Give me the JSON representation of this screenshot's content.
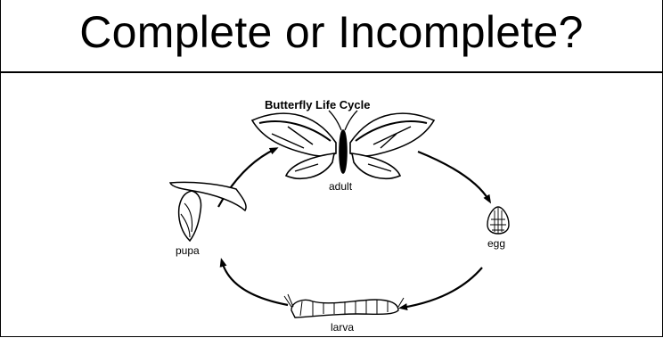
{
  "title": "Complete or Incomplete?",
  "diagram": {
    "heading": "Butterfly Life Cycle",
    "stages": {
      "adult": "adult",
      "egg": "egg",
      "larva": "larva",
      "pupa": "pupa"
    },
    "icons": [
      "butterfly-icon",
      "egg-icon",
      "caterpillar-icon",
      "chrysalis-icon",
      "cycle-arrow-icon"
    ]
  }
}
